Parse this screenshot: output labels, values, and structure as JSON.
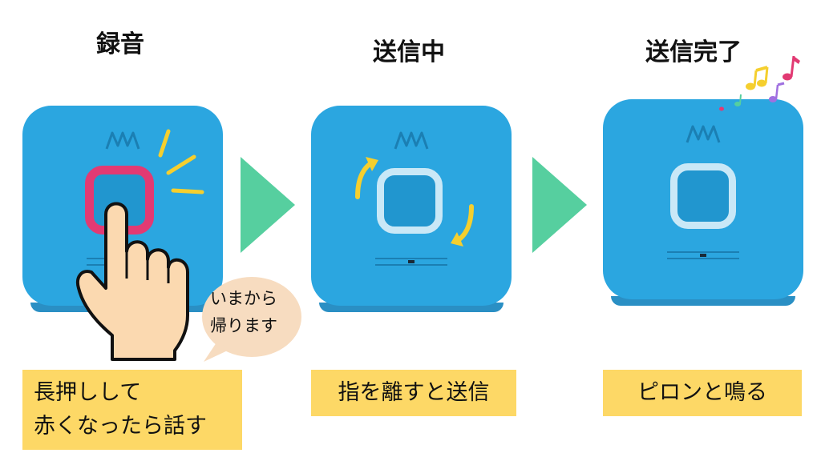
{
  "steps": [
    {
      "title": "録音",
      "caption_lines": [
        "長押しして",
        "赤くなったら話す"
      ]
    },
    {
      "title": "送信中",
      "caption_lines": [
        "指を離すと送信"
      ]
    },
    {
      "title": "送信完了",
      "caption_lines": [
        "ピロンと鳴る"
      ]
    }
  ],
  "speech_bubble": {
    "lines": [
      "いまから",
      "帰ります"
    ]
  },
  "colors": {
    "device": "#2ba6e0",
    "recording_ring": "#e23a73",
    "sending_ring": "#c9e8f7",
    "arrow": "#56cf9f",
    "caption_bg": "#fdd866",
    "accent_yellow": "#f5cf2e",
    "bubble_bg": "#f7dcc0"
  },
  "icons": [
    "hand-pointer-icon",
    "rotate-arrows-icon",
    "music-notes-icon",
    "logo-icon",
    "flow-arrow-icon"
  ]
}
